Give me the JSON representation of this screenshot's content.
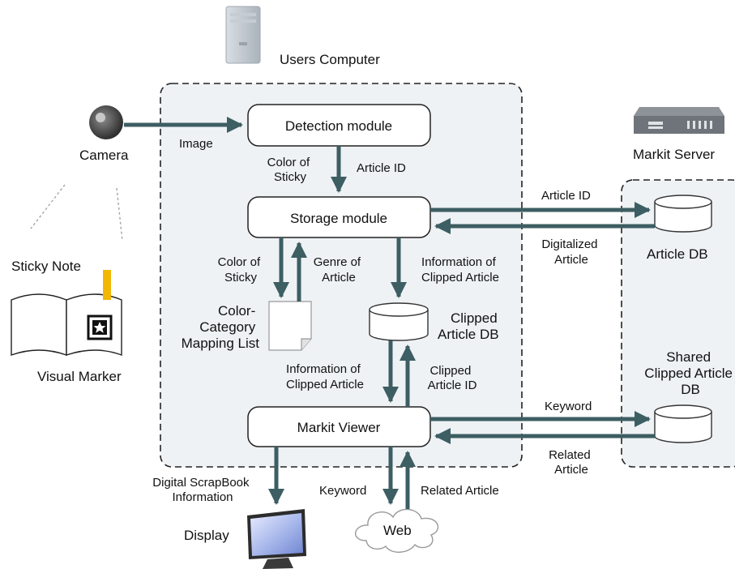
{
  "users_computer": {
    "label": "Users Computer"
  },
  "markit_server": {
    "label": "Markit Server"
  },
  "camera": {
    "label": "Camera"
  },
  "sticky_note": {
    "label": "Sticky Note"
  },
  "visual_marker": {
    "label": "Visual Marker"
  },
  "modules": {
    "detection": "Detection module",
    "storage": "Storage module",
    "viewer": "Markit Viewer"
  },
  "databases": {
    "clipped_article_db": [
      "Clipped",
      "Article DB"
    ],
    "article_db": [
      "Article DB"
    ],
    "shared_db": [
      "Shared",
      "Clipped Article",
      "DB"
    ]
  },
  "color_category_list": [
    "Color-",
    "Category",
    "Mapping List"
  ],
  "display": {
    "label": "Display"
  },
  "web": {
    "label": "Web"
  },
  "flows": {
    "image": [
      "Image"
    ],
    "color_of_sticky_1": [
      "Color of",
      "Sticky"
    ],
    "article_id_1": [
      "Article ID"
    ],
    "article_id_2": [
      "Article ID"
    ],
    "digitalized_article": [
      "Digitalized",
      "Article"
    ],
    "color_of_sticky_2": [
      "Color of",
      "Sticky"
    ],
    "genre_of_article": [
      "Genre of",
      "Article"
    ],
    "info_clipped_1": [
      "Information of",
      "Clipped Article"
    ],
    "info_clipped_2": [
      "Information of",
      "Clipped Article"
    ],
    "clipped_article_id": [
      "Clipped",
      "Article ID"
    ],
    "keyword_1": [
      "Keyword"
    ],
    "related_article_1": [
      "Related",
      "Article"
    ],
    "digital_scrapbook": [
      "Digital ScrapBook",
      "Information"
    ],
    "keyword_2": [
      "Keyword"
    ],
    "related_article_2": [
      "Related Article"
    ]
  },
  "colors": {
    "arrow": "#3d5e63",
    "boundary_fill": "#eef2f5",
    "sticky_note": "#f2b705",
    "db_fill": "#ffffff",
    "screen": "#9fb0e8"
  }
}
